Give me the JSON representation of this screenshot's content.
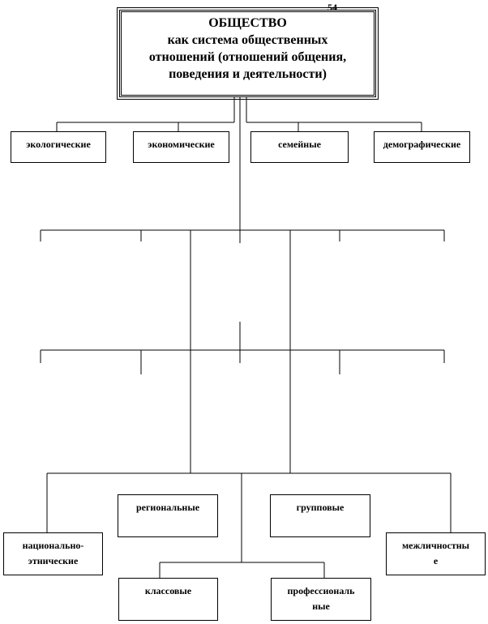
{
  "page_number": "54",
  "title": {
    "line1": "ОБЩЕСТВО",
    "line2": "как система общественных",
    "line3": "отношений (отношений общения,",
    "line4": "поведения и деятельности)"
  },
  "top_boxes": [
    "экологические",
    "экономические",
    "семейные",
    "демографические"
  ],
  "bottom_boxes": {
    "regional": "региональные",
    "group": "групповые",
    "national": [
      "национально-",
      "этнические"
    ],
    "interpersonal": [
      "межличностны",
      "е"
    ],
    "class": "классовые",
    "professional": [
      "профессиональ",
      "ные"
    ]
  }
}
